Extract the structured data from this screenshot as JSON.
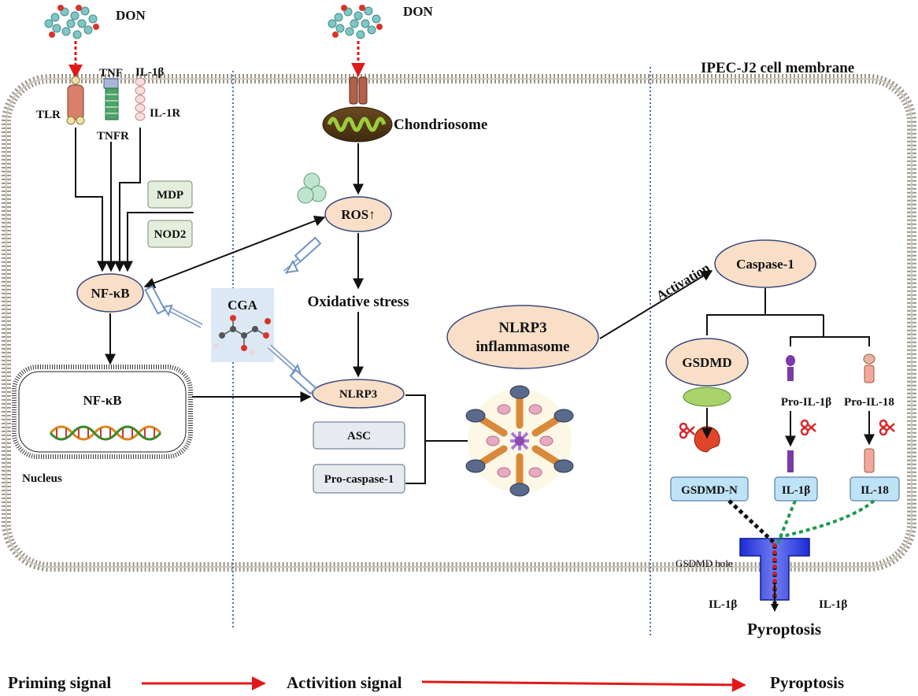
{
  "labels": {
    "don_left": "DON",
    "don_mid": "DON",
    "membrane": "IPEC-J2 cell membrane",
    "tnf": "TNF",
    "il1b_top": "IL-1β",
    "tlr": "TLR",
    "tnfr": "TNFR",
    "il1r": "IL-1R",
    "chondriosome": "Chondriosome",
    "mdp": "MDP",
    "nod2": "NOD2",
    "ros": "ROS↑",
    "nfkb_cyto": "NF-κB",
    "cga": "CGA",
    "oxidative_stress": "Oxidative stress",
    "nlrp3_inflammasome_1": "NLRP3",
    "nlrp3_inflammasome_2": "inflammasome",
    "activation": "Activation",
    "caspase1": "Caspase-1",
    "gsdmd": "GSDMD",
    "nfkb_nucleus": "NF-κB",
    "nucleus": "Nucleus",
    "nlrp3": "NLRP3",
    "asc": "ASC",
    "pro_caspase1": "Pro-caspase-1",
    "pro_il1b": "Pro-IL-1β",
    "pro_il18": "Pro-IL-18",
    "gsdmd_n": "GSDMD-N",
    "il1b_box": "IL-1β",
    "il18_box": "IL-18",
    "gsdmd_hole": "GSDMD hole",
    "il1b_out_left": "IL-1β",
    "il1b_out_right": "IL-1β",
    "pyroptosis_center": "Pyroptosis"
  },
  "footer": {
    "priming": "Priming signal",
    "activation": "Activition signal",
    "pyroptosis": "Pyroptosis"
  },
  "colors": {
    "arrow": "#111111",
    "red_arrow": "#e01a1a",
    "oval_fill": "#f9dfc8",
    "oval_stroke": "#3b4a7a",
    "green_box": "#e3efdc",
    "blue_box": "#bfe3f6",
    "grey_box": "#e7eaef",
    "inhibit": "#6f93c4",
    "dotted_div": "#4a6fb0"
  }
}
